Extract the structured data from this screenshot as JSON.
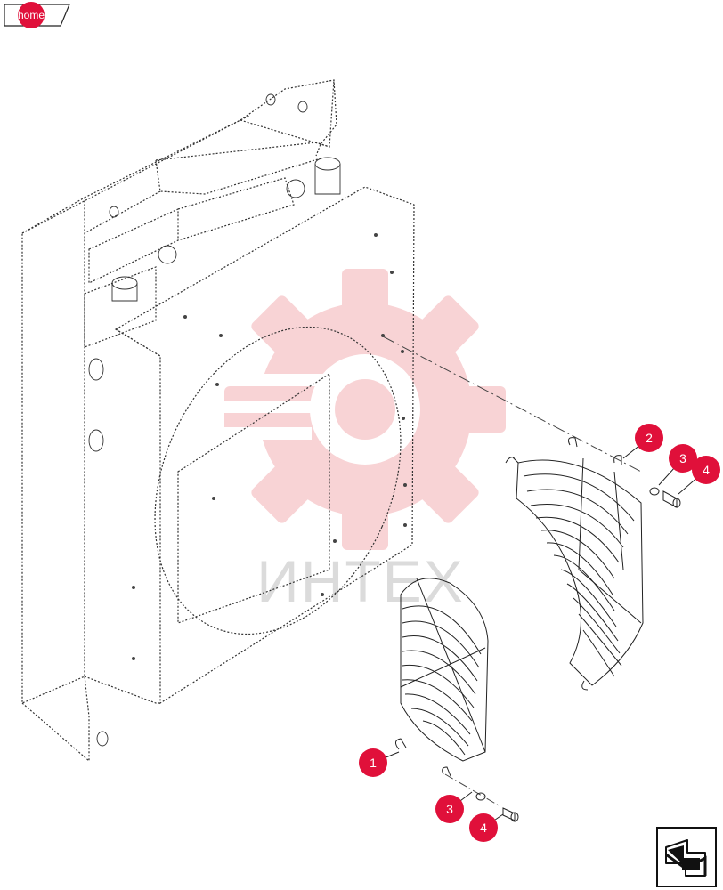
{
  "nav": {
    "home_label": "home"
  },
  "watermark": {
    "text": "ИНТЕХ"
  },
  "callouts": [
    {
      "label": "1"
    },
    {
      "label": "2"
    },
    {
      "label": "3"
    },
    {
      "label": "4"
    },
    {
      "label": "3"
    },
    {
      "label": "4"
    }
  ],
  "icons": {
    "next": "arrow-turn-icon",
    "watermark": "gear-logo-icon"
  },
  "colors": {
    "accent": "#e0103a",
    "watermark": "#f6c6c8",
    "line": "#222222"
  }
}
